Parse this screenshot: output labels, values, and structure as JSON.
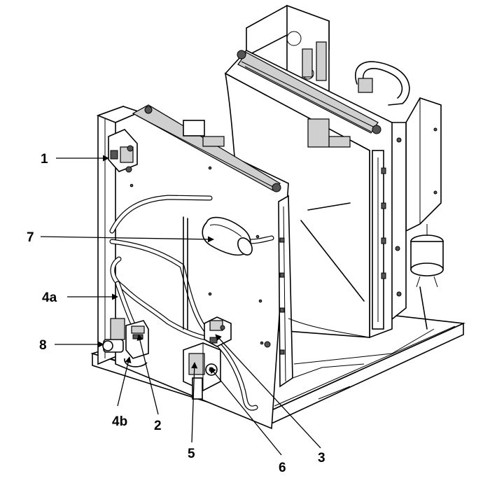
{
  "callouts": {
    "c1": "1",
    "c7": "7",
    "c4a": "4a",
    "c8": "8",
    "c4b": "4b",
    "c2": "2",
    "c5": "5",
    "c6": "6",
    "c3": "3"
  }
}
